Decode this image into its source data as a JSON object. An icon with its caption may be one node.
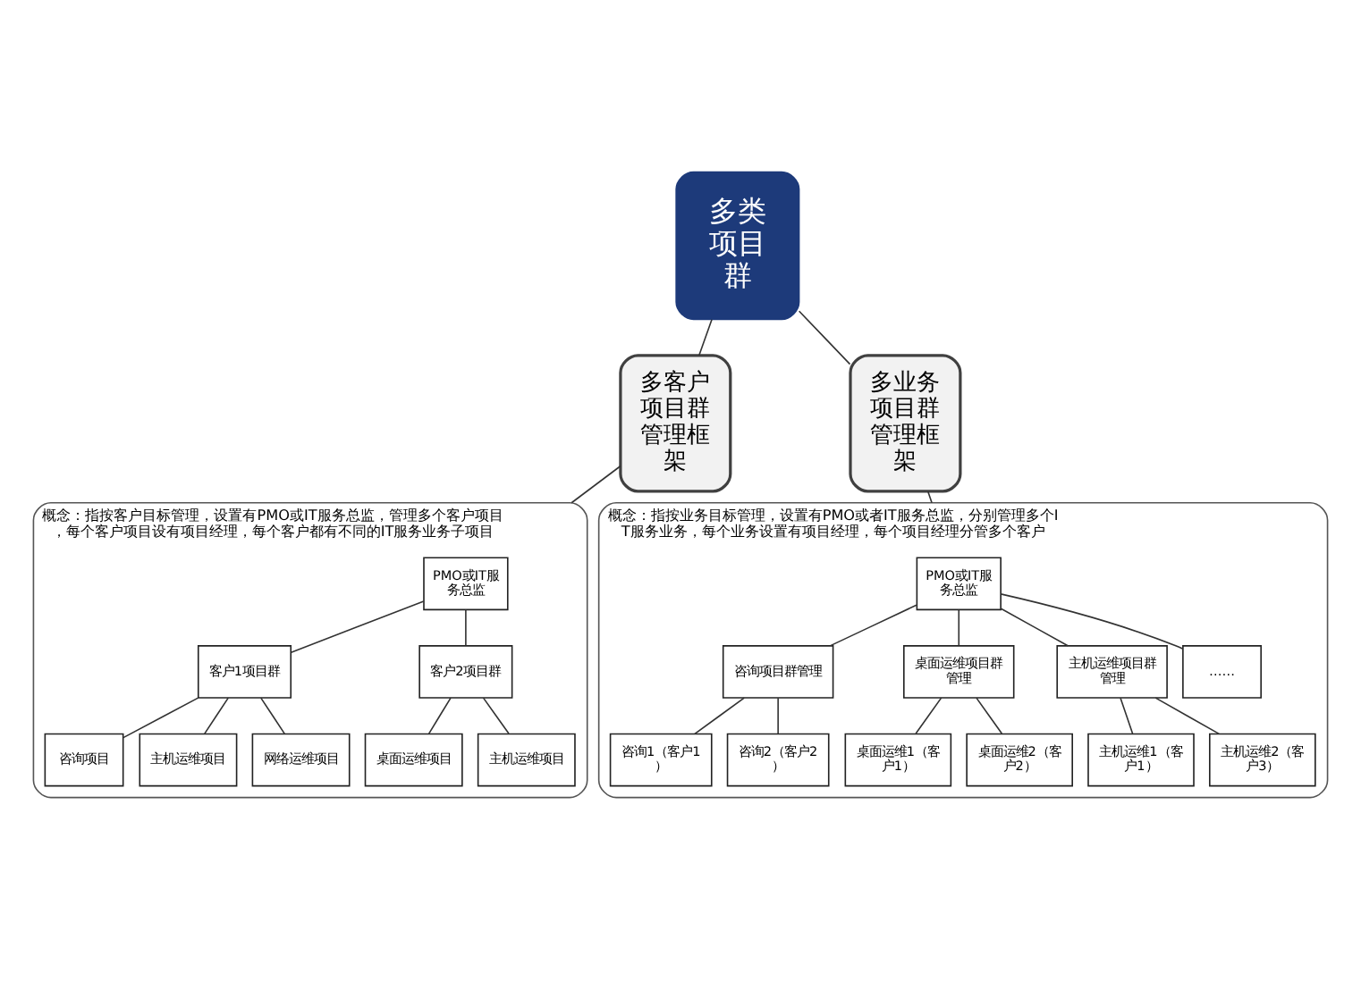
{
  "diagram": {
    "nodes": [
      {
        "text": [
          "多类项目群"
        ]
      },
      {
        "text": [
          "多客户项目群管理框架"
        ]
      },
      {
        "text": [
          "概念：指按客户目标管理，设置有PMO或IT服务总监，管理多个客户项目，每个客户项目设有项目经理，每个客户都有不同的IT服务业务子项目"
        ]
      },
      {
        "text": [
          "PMO或IT服务总监"
        ],
        "in": 2
      },
      {
        "text": [
          "客户1项目群"
        ],
        "in": 2
      },
      {
        "text": [
          "客户2项目群"
        ],
        "in": 2
      },
      {
        "text": [
          "咨询项目"
        ],
        "in": 2
      },
      {
        "text": [
          "主机运维项目"
        ],
        "in": 2
      },
      {
        "text": [
          "网络运维项目"
        ],
        "in": 2
      },
      {
        "text": [
          "桌面运维项目"
        ],
        "in": 2
      },
      {
        "text": [
          "主机运维项目"
        ],
        "in": 2
      },
      {
        "text": [
          "多业务项目群管理框架"
        ]
      },
      {
        "text": [
          "概念：指按业务目标管理，设置有PMO或者IT服务总监，分别管理多个IT服务业务，每个业务设置有项目经理，每个项目经理分管多个客户"
        ]
      },
      {
        "text": [
          "PMO或IT服务总监"
        ],
        "in": 12
      },
      {
        "text": [
          "咨询项目群管理"
        ],
        "in": 12
      },
      {
        "text": [
          "桌面运维项目群管理"
        ],
        "in": 12
      },
      {
        "text": [
          "主机运维项目群管理"
        ],
        "in": 12
      },
      {
        "text": [
          "……"
        ],
        "in": 12
      },
      {
        "text": [
          "咨询1（客户1）"
        ],
        "in": 12
      },
      {
        "text": [
          "咨询2（客户2）"
        ],
        "in": 12
      },
      {
        "text": [
          "桌面运维1（客户1）"
        ],
        "in": 12
      },
      {
        "text": [
          "桌面运维2（客户2）"
        ],
        "in": 12
      },
      {
        "text": [
          "主机运维1（客户1）"
        ],
        "in": 12
      },
      {
        "text": [
          "主机运维2（客户3）"
        ],
        "in": 12
      }
    ],
    "edges": [
      {
        "from": 0,
        "to": 1,
        "arrow": "none"
      },
      {
        "from": 0,
        "to": 11,
        "arrow": "none"
      },
      {
        "from": 1,
        "to": 2,
        "arrow": "none"
      },
      {
        "from": 11,
        "to": 12,
        "arrow": "none"
      },
      {
        "from": 3,
        "to": 4,
        "arrow": "none"
      },
      {
        "from": 3,
        "to": 5,
        "arrow": "none"
      },
      {
        "from": 4,
        "to": 6,
        "arrow": "none"
      },
      {
        "from": 4,
        "to": 7,
        "arrow": "none"
      },
      {
        "from": 4,
        "to": 8,
        "arrow": "none"
      },
      {
        "from": 5,
        "to": 9,
        "arrow": "none"
      },
      {
        "from": 5,
        "to": 10,
        "arrow": "none"
      },
      {
        "from": 13,
        "to": 14,
        "arrow": "none"
      },
      {
        "from": 13,
        "to": 15,
        "arrow": "none"
      },
      {
        "from": 13,
        "to": 16,
        "arrow": "none"
      },
      {
        "from": 13,
        "to": 17,
        "arrow": "none"
      },
      {
        "from": 14,
        "to": 18,
        "arrow": "none"
      },
      {
        "from": 14,
        "to": 19,
        "arrow": "none"
      },
      {
        "from": 15,
        "to": 20,
        "arrow": "none"
      },
      {
        "from": 15,
        "to": 21,
        "arrow": "none"
      },
      {
        "from": 16,
        "to": 22,
        "arrow": "none"
      },
      {
        "from": 16,
        "to": 23,
        "arrow": "none"
      }
    ]
  }
}
